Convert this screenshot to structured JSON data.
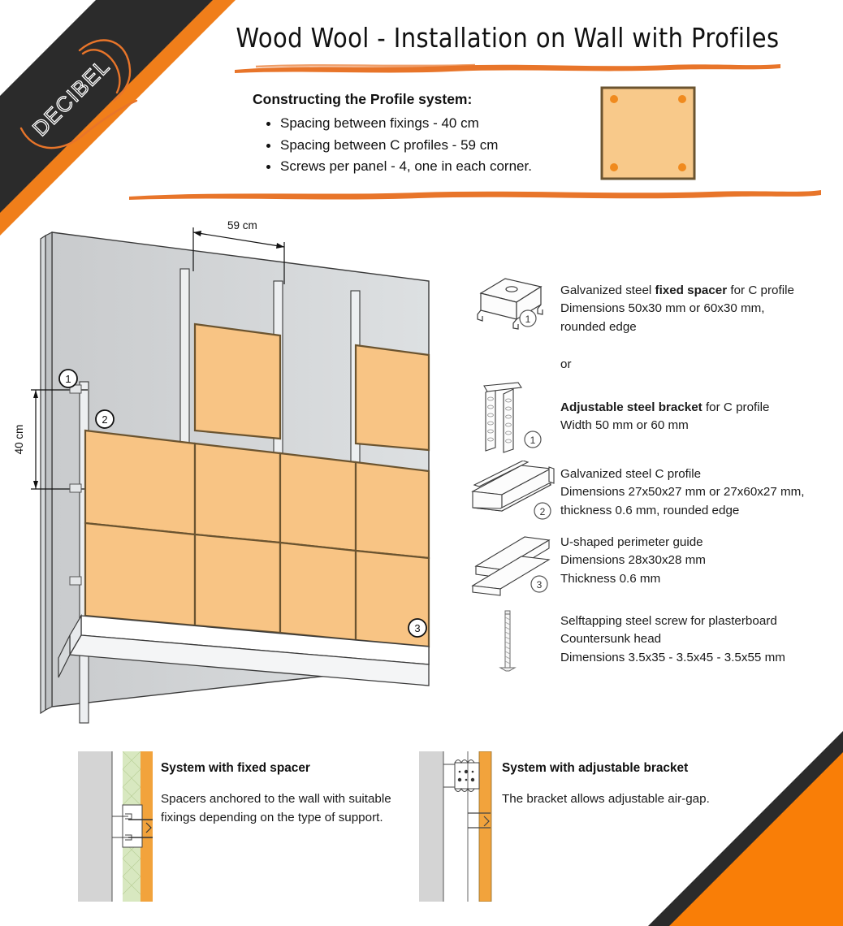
{
  "brand": {
    "logo_text": "DECIBEL",
    "banner_dark": "#2b2b2b",
    "accent_orange": "#F07E1A",
    "brush_orange": "#E8752A"
  },
  "header": {
    "title": "Wood Wool - Installation on Wall with Profiles"
  },
  "intro": {
    "heading": "Constructing the Profile system:",
    "bullets": [
      "Spacing between fixings - 40 cm",
      "Spacing between C profiles - 59 cm",
      "Screws per panel - 4, one in each corner."
    ],
    "panel_swatch_name": "wood-wool-panel-with-4-corner-screws",
    "panel_fill": "#F8C98A",
    "panel_border": "#6B5430",
    "screw_color": "#F08A1E"
  },
  "diagram": {
    "dim_horizontal": "59 cm",
    "dim_vertical": "40 cm",
    "callouts": [
      "1",
      "2",
      "3"
    ],
    "wall_fill": "#D4D6D8",
    "panel_fill": "#F8C484",
    "profile_fill": "#E8EAEC"
  },
  "legend": {
    "separator": "or",
    "items": [
      {
        "icon": "fixed-spacer-icon",
        "callout": "1",
        "line1_pre": "Galvanized steel ",
        "line1_bold": "fixed spacer",
        "line1_post": " for C profile",
        "line2": "Dimensions 50x30 mm or 60x30 mm,",
        "line3": "rounded edge"
      },
      {
        "icon": "adjustable-bracket-icon",
        "callout": "1",
        "line1_pre": "",
        "line1_bold": "Adjustable steel bracket",
        "line1_post": " for C profile",
        "line2": "Width 50 mm or 60 mm",
        "line3": ""
      },
      {
        "icon": "c-profile-icon",
        "callout": "2",
        "line1_pre": "Galvanized steel C profile",
        "line1_bold": "",
        "line1_post": "",
        "line2": "Dimensions 27x50x27 mm or 27x60x27 mm,",
        "line3": "thickness 0.6 mm, rounded edge"
      },
      {
        "icon": "u-guide-icon",
        "callout": "3",
        "line1_pre": "U-shaped perimeter guide",
        "line1_bold": "",
        "line1_post": "",
        "line2": "Dimensions 28x30x28 mm",
        "line3": "Thickness 0.6 mm"
      },
      {
        "icon": "screw-icon",
        "callout": "",
        "line1_pre": "Selftapping steel screw for plasterboard",
        "line1_bold": "",
        "line1_post": "",
        "line2": "Countersunk head",
        "line3": "Dimensions 3.5x35 - 3.5x45 - 3.5x55 mm"
      }
    ]
  },
  "details": {
    "fixed": {
      "title": "System with fixed spacer",
      "body": "Spacers anchored to the wall with suitable fixings depending on the type of support.",
      "section_name": "cross-section-fixed-spacer"
    },
    "adjustable": {
      "title": "System with adjustable bracket",
      "body": "The bracket allows adjustable air-gap.",
      "section_name": "cross-section-adjustable-bracket"
    },
    "colors": {
      "wall": "#D4D4D4",
      "insulation": "#D8E8C0",
      "panel": "#F2A33C"
    }
  }
}
